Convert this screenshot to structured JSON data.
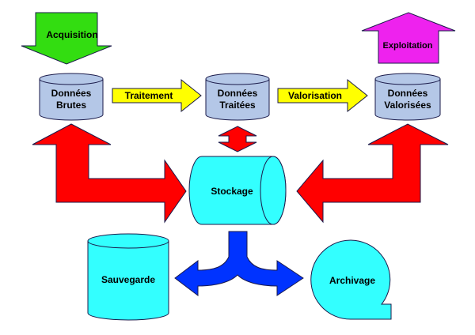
{
  "labels": {
    "acquisition": "Acquisition",
    "exploitation": "Exploitation",
    "raw_line1": "Données",
    "raw_line2": "Brutes",
    "processed_line1": "Données",
    "processed_line2": "Traitées",
    "valued_line1": "Données",
    "valued_line2": "Valorisées",
    "processing": "Traitement",
    "valuation": "Valorisation",
    "storage": "Stockage",
    "backup": "Sauvegarde",
    "archiving": "Archivage"
  },
  "colors": {
    "acquisition_arrow": "#33dd11",
    "exploitation_arrow": "#ee22ee",
    "flow_arrows": "#ffff00",
    "database": "#b4c7e7",
    "storage": "#33ffff",
    "red_arrows": "#ff0000",
    "blue_arrow": "#0033ff",
    "outline": "#1a1a4a"
  }
}
